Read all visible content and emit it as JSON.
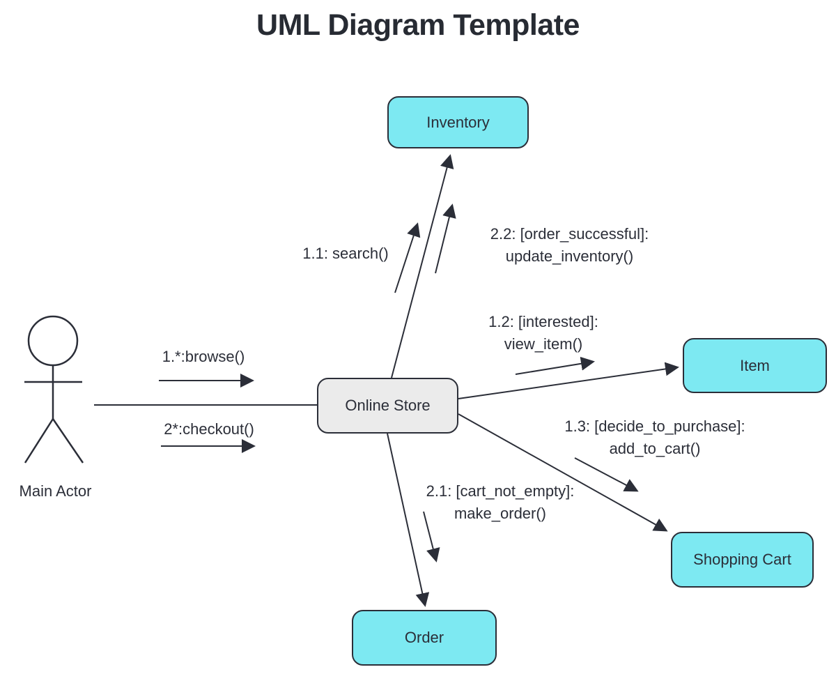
{
  "title": "UML Diagram Template",
  "colors": {
    "node_fill": "#7DE9F2",
    "store_fill": "#EBEBEB",
    "stroke": "#2B2E38",
    "background": "#FFFFFF"
  },
  "actor": {
    "label": "Main Actor"
  },
  "nodes": {
    "online_store": {
      "label": "Online Store"
    },
    "inventory": {
      "label": "Inventory"
    },
    "item": {
      "label": "Item"
    },
    "shopping_cart": {
      "label": "Shopping Cart"
    },
    "order": {
      "label": "Order"
    }
  },
  "messages": {
    "browse": {
      "label": "1.*:browse()"
    },
    "checkout": {
      "label": "2*:checkout()"
    },
    "search": {
      "label": "1.1: search()"
    },
    "update_inventory": {
      "line1": "2.2: [order_successful]:",
      "line2": "update_inventory()"
    },
    "view_item": {
      "line1": "1.2: [interested]:",
      "line2": "view_item()"
    },
    "add_to_cart": {
      "line1": "1.3: [decide_to_purchase]:",
      "line2": "add_to_cart()"
    },
    "make_order": {
      "line1": "2.1: [cart_not_empty]:",
      "line2": "make_order()"
    }
  }
}
